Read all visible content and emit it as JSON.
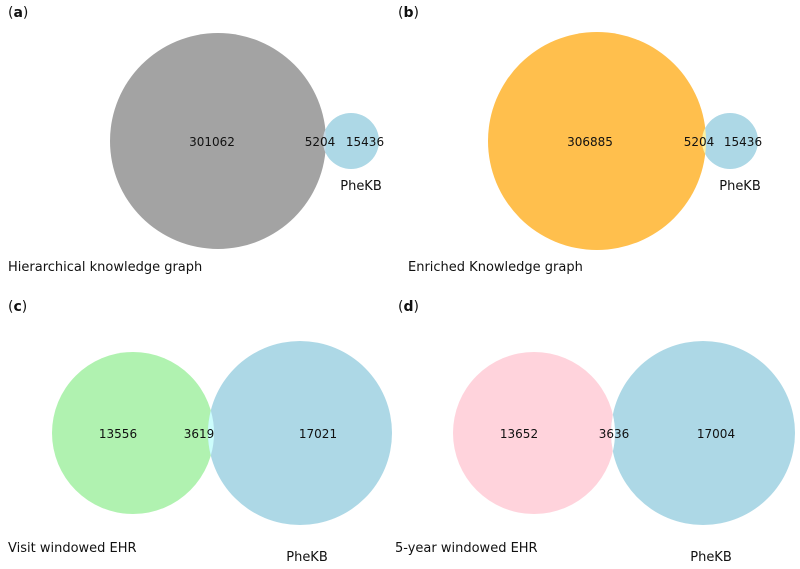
{
  "chart_data": [
    {
      "type": "venn",
      "panel": "(a)",
      "sets": [
        {
          "label": "Hierarchical knowledge graph",
          "color": "#a3a3a3"
        },
        {
          "label": "PheKB",
          "color": "#add8e6"
        }
      ],
      "overlap_color": "#c5d9e6",
      "counts": {
        "left_only": "301062",
        "overlap": "5204",
        "right_only": "15436"
      }
    },
    {
      "type": "venn",
      "panel": "(b)",
      "sets": [
        {
          "label": "Enriched Knowledge graph",
          "color": "#ffbf4d"
        },
        {
          "label": "PheKB",
          "color": "#add8e6"
        }
      ],
      "overlap_color": "#fff2a0",
      "counts": {
        "left_only": "306885",
        "overlap": "5204",
        "right_only": "15436"
      }
    },
    {
      "type": "venn",
      "panel": "(c)",
      "sets": [
        {
          "label": "Visit windowed EHR",
          "color": "#b0f2b0"
        },
        {
          "label": "PheKB",
          "color": "#add8e6"
        }
      ],
      "overlap_color": "#ccfdfc",
      "counts": {
        "left_only": "13556",
        "overlap": "3619",
        "right_only": "17021"
      }
    },
    {
      "type": "venn",
      "panel": "(d)",
      "sets": [
        {
          "label": "5-year windowed EHR",
          "color": "#ffd3dc"
        },
        {
          "label": "PheKB",
          "color": "#add8e6"
        }
      ],
      "overlap_color": "#ffffff",
      "counts": {
        "left_only": "13652",
        "overlap": "3636",
        "right_only": "17004"
      }
    }
  ]
}
